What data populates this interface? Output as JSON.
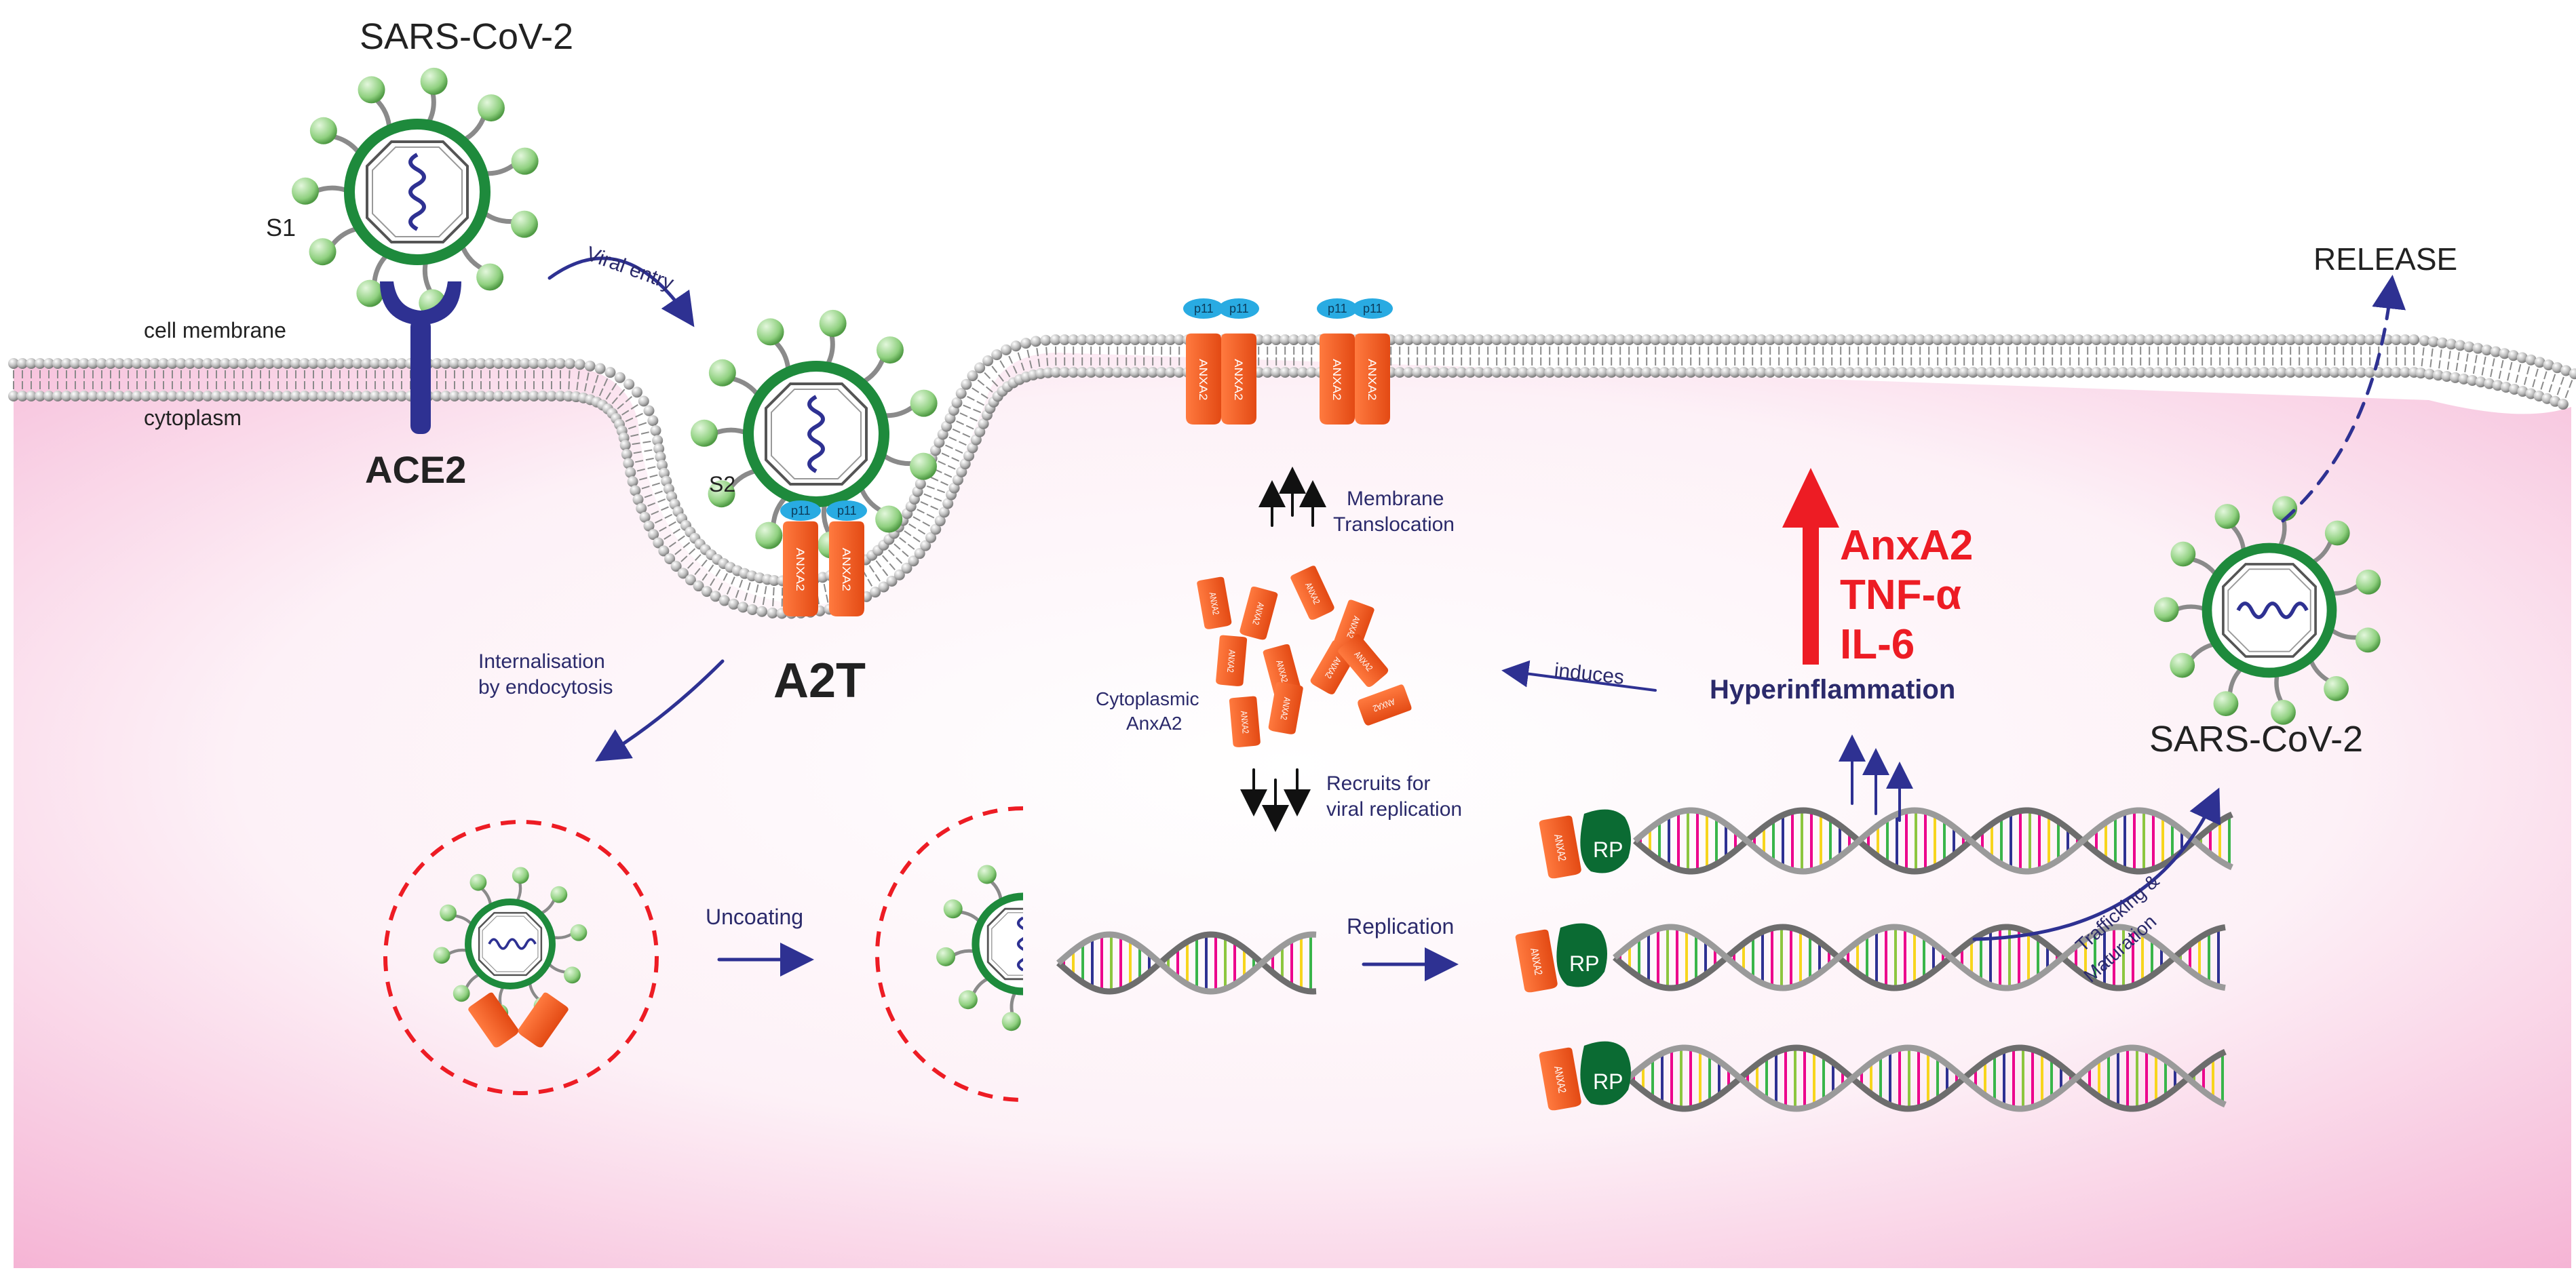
{
  "labels": {
    "virus_top": "SARS-CoV-2",
    "virus_right": "SARS-CoV-2",
    "s1": "S1",
    "s2": "S2",
    "ace2": "ACE2",
    "a2t": "A2T",
    "cell_membrane": "cell membrane",
    "cytoplasm": "cytoplasm",
    "viral_entry": "Viral entry",
    "internalisation_1": "Internalisation",
    "internalisation_2": "by endocytosis",
    "uncoating": "Uncoating",
    "replication": "Replication",
    "membrane_translocation_1": "Membrane",
    "membrane_translocation_2": "Translocation",
    "cytoplasmic_1": "Cytoplasmic",
    "cytoplasmic_2": "AnxA2",
    "recruits_1": "Recruits for",
    "recruits_2": "viral replication",
    "induces": "induces",
    "hyperinflammation": "Hyperinflammation",
    "anxa2_red": "AnxA2",
    "tnf_red": "TNF-α",
    "il6_red": "IL-6",
    "release": "RELEASE",
    "trafficking_1": "Trafficking &",
    "trafficking_2": "Maturation",
    "anxa2_mol": "ANXA2",
    "p11": "p11",
    "rp": "RP"
  },
  "colors": {
    "cytoplasm_pink": "#f7b9d8",
    "membrane_grey": "#b9b9b9",
    "virus_green": "#1e8a3c",
    "spike_green": "#9bd58e",
    "anxa2_orange": "#f15a22",
    "p11_blue": "#29abe2",
    "ace2_navy": "#2e3192",
    "arrow_navy": "#2e3192",
    "alert_red": "#ed1c24",
    "rp_green": "#0b6b33",
    "endosome_red": "#ed1c24"
  }
}
